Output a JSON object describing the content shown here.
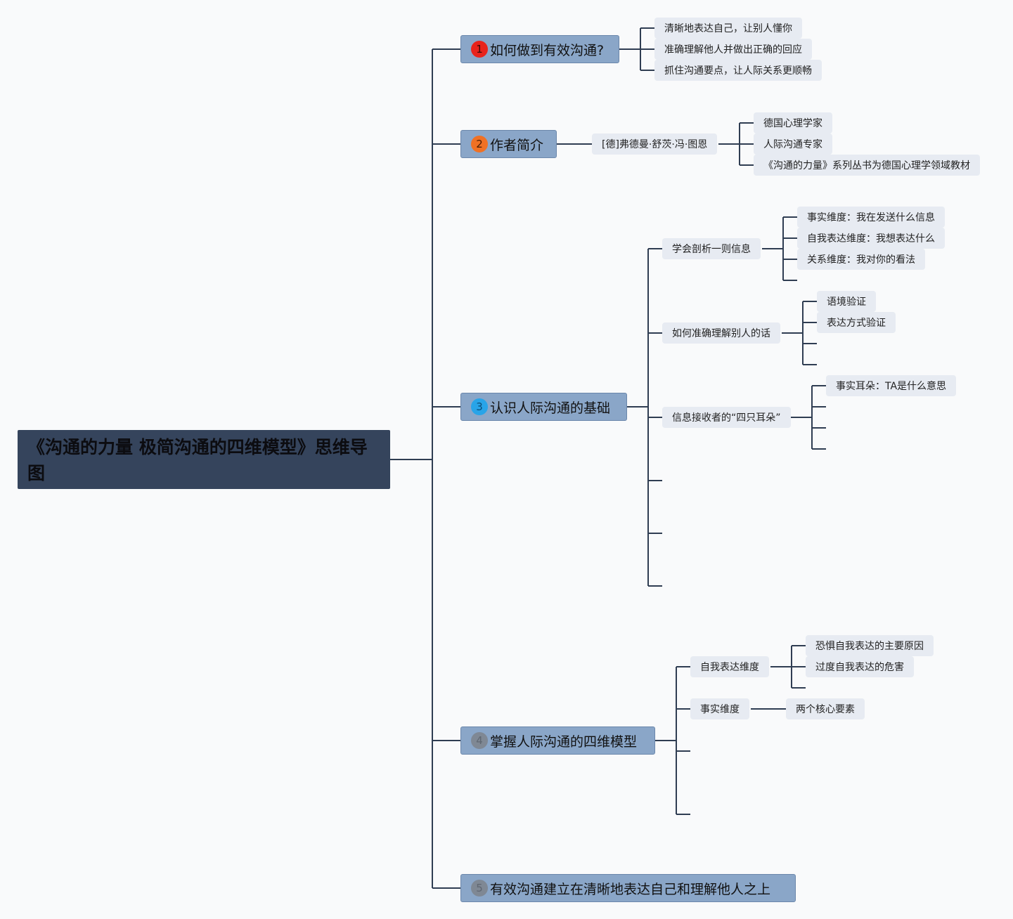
{
  "root": {
    "title": "《沟通的力量 极简沟通的四维模型》思维导图"
  },
  "colors": {
    "badge_1": "#e8231c",
    "badge_2": "#f07124",
    "badge_3": "#28a4e8",
    "badge_4": "#7f8894",
    "badge_5": "#7f8894"
  },
  "topics": [
    {
      "badge": "1",
      "label": "如何做到有效沟通?",
      "children": [
        {
          "label": "清晰地表达自己，让别人懂你"
        },
        {
          "label": "准确理解他人并做出正确的回应"
        },
        {
          "label": "抓住沟通要点，让人际关系更顺畅"
        }
      ]
    },
    {
      "badge": "2",
      "label": "作者简介",
      "children": [
        {
          "label": "[德]弗德曼·舒茨·冯·图恩",
          "children": [
            {
              "label": "德国心理学家"
            },
            {
              "label": "人际沟通专家"
            },
            {
              "label": "《沟通的力量》系列丛书为德国心理学领域教材"
            }
          ]
        }
      ]
    },
    {
      "badge": "3",
      "label": "认识人际沟通的基础",
      "children": [
        {
          "label": "学会剖析一则信息",
          "children": [
            {
              "label": "事实维度：我在发送什么信息"
            },
            {
              "label": "自我表达维度：我想表达什么"
            },
            {
              "label": "关系维度：我对你的看法"
            }
          ]
        },
        {
          "label": "如何准确理解别人的话",
          "children": [
            {
              "label": "语境验证"
            },
            {
              "label": "表达方式验证"
            }
          ]
        },
        {
          "label": "信息接收者的“四只耳朵”",
          "children": [
            {
              "label": "事实耳朵：TA是什么意思"
            }
          ]
        }
      ]
    },
    {
      "badge": "4",
      "label": "掌握人际沟通的四维模型",
      "children": [
        {
          "label": "自我表达维度",
          "children": [
            {
              "label": "恐惧自我表达的主要原因"
            },
            {
              "label": "过度自我表达的危害"
            }
          ]
        },
        {
          "label": "事实维度",
          "children": [
            {
              "label": "两个核心要素"
            }
          ]
        }
      ]
    },
    {
      "badge": "5",
      "label": "有效沟通建立在清晰地表达自己和理解他人之上"
    }
  ]
}
